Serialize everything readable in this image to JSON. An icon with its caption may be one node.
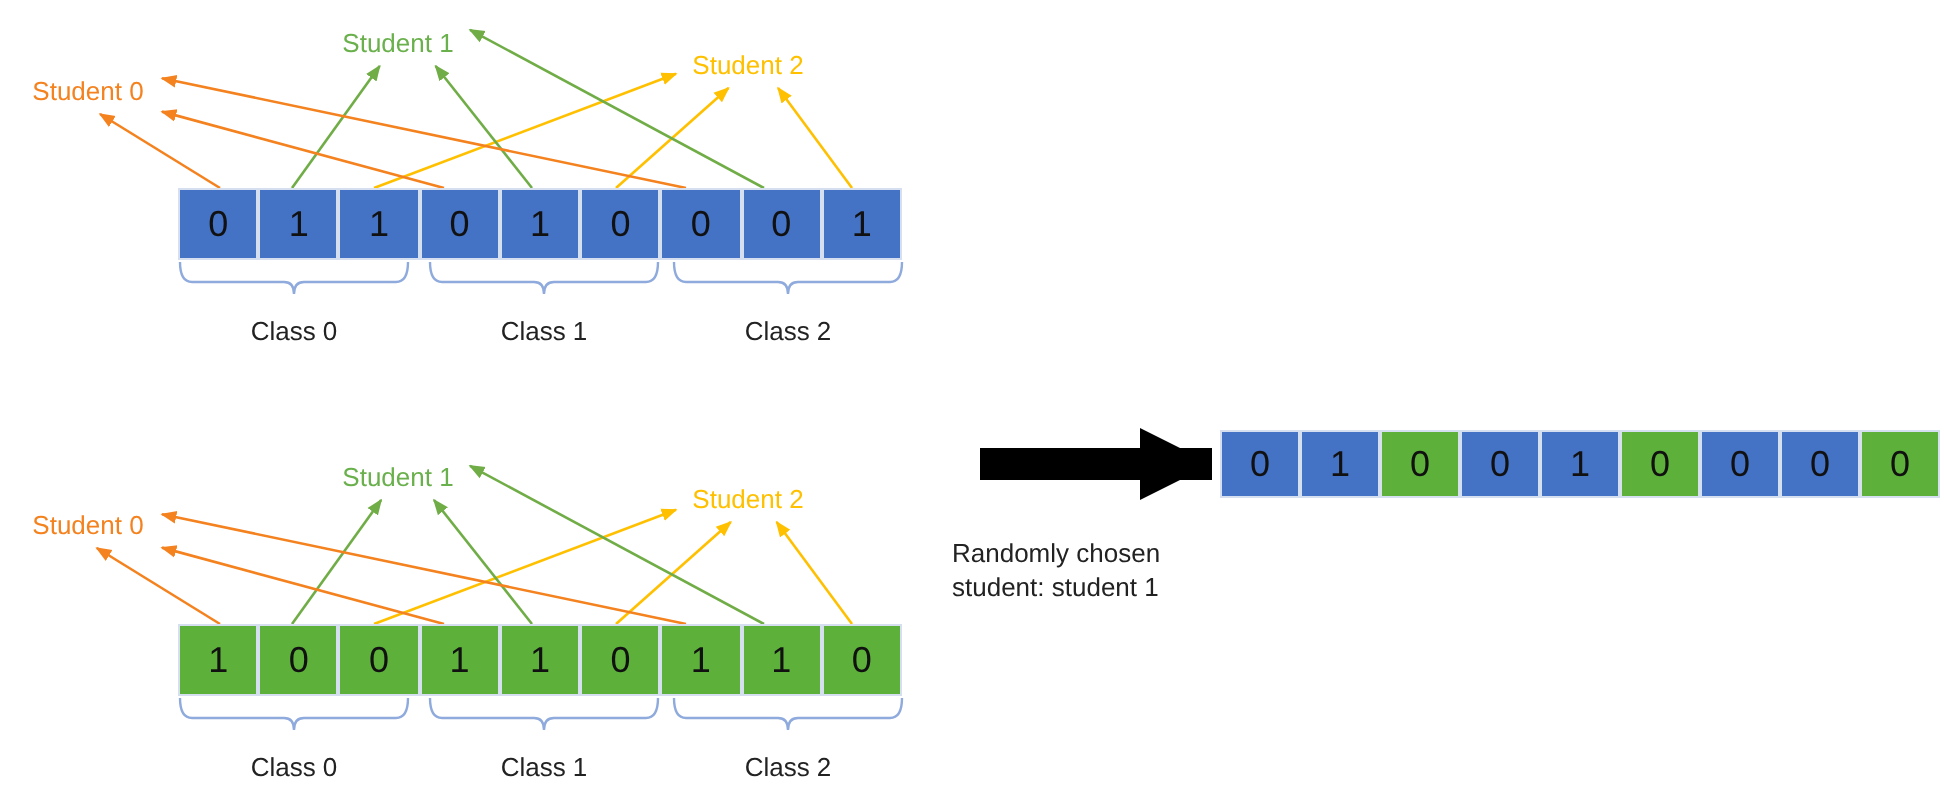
{
  "diagram": {
    "nodes": [
      {
        "text": [
          "Student 0"
        ]
      },
      {
        "text": [
          "Student 1"
        ]
      },
      {
        "text": [
          "Student 2"
        ]
      },
      {
        "text": [],
        "shape": "bar"
      },
      {
        "text": [
          "0"
        ],
        "in": 3
      },
      {
        "text": [
          "1"
        ],
        "in": 3
      },
      {
        "text": [
          "1"
        ],
        "in": 3
      },
      {
        "text": [
          "0"
        ],
        "in": 3
      },
      {
        "text": [
          "1"
        ],
        "in": 3
      },
      {
        "text": [
          "0"
        ],
        "in": 3
      },
      {
        "text": [
          "0"
        ],
        "in": 3
      },
      {
        "text": [
          "0"
        ],
        "in": 3
      },
      {
        "text": [
          "1"
        ],
        "in": 3
      },
      {
        "text": [
          "Student 0"
        ]
      },
      {
        "text": [
          "Student 1"
        ]
      },
      {
        "text": [
          "Student 2"
        ]
      },
      {
        "text": [],
        "shape": "bar"
      },
      {
        "text": [
          "1"
        ],
        "in": 16
      },
      {
        "text": [
          "0"
        ],
        "in": 16
      },
      {
        "text": [
          "0"
        ],
        "in": 16
      },
      {
        "text": [
          "1"
        ],
        "in": 16
      },
      {
        "text": [
          "1"
        ],
        "in": 16
      },
      {
        "text": [
          "0"
        ],
        "in": 16
      },
      {
        "text": [
          "1"
        ],
        "in": 16
      },
      {
        "text": [
          "1"
        ],
        "in": 16
      },
      {
        "text": [
          "0"
        ],
        "in": 16
      },
      {
        "text": [],
        "shape": "bar"
      },
      {
        "text": [
          "0"
        ],
        "in": 26
      },
      {
        "text": [
          "1"
        ],
        "in": 26
      },
      {
        "text": [
          "0"
        ],
        "in": 26
      },
      {
        "text": [
          "0"
        ],
        "in": 26
      },
      {
        "text": [
          "1"
        ],
        "in": 26
      },
      {
        "text": [
          "0"
        ],
        "in": 26
      },
      {
        "text": [
          "0"
        ],
        "in": 26
      },
      {
        "text": [
          "0"
        ],
        "in": 26
      },
      {
        "text": [
          "0"
        ],
        "in": 26
      }
    ],
    "edges": [
      {
        "from": 4,
        "to": 0,
        "arrow": "to",
        "color": "#f4821f"
      },
      {
        "from": 5,
        "to": 1,
        "arrow": "to",
        "color": "#70ad47"
      },
      {
        "from": 6,
        "to": 2,
        "arrow": "to",
        "color": "#ffc000"
      },
      {
        "from": 7,
        "to": 0,
        "arrow": "to",
        "color": "#f4821f"
      },
      {
        "from": 8,
        "to": 1,
        "arrow": "to",
        "color": "#70ad47"
      },
      {
        "from": 9,
        "to": 2,
        "arrow": "to",
        "color": "#ffc000"
      },
      {
        "from": 10,
        "to": 0,
        "arrow": "to",
        "color": "#f4821f"
      },
      {
        "from": 11,
        "to": 1,
        "arrow": "to",
        "color": "#70ad47"
      },
      {
        "from": 12,
        "to": 2,
        "arrow": "to",
        "color": "#ffc000"
      },
      {
        "from": 17,
        "to": 13,
        "arrow": "to",
        "color": "#f4821f"
      },
      {
        "from": 18,
        "to": 14,
        "arrow": "to",
        "color": "#70ad47"
      },
      {
        "from": 19,
        "to": 15,
        "arrow": "to",
        "color": "#ffc000"
      },
      {
        "from": 20,
        "to": 13,
        "arrow": "to",
        "color": "#f4821f"
      },
      {
        "from": 21,
        "to": 14,
        "arrow": "to",
        "color": "#70ad47"
      },
      {
        "from": 22,
        "to": 15,
        "arrow": "to",
        "color": "#ffc000"
      },
      {
        "from": 23,
        "to": 13,
        "arrow": "to",
        "color": "#f4821f"
      },
      {
        "from": 24,
        "to": 14,
        "arrow": "to",
        "color": "#70ad47"
      },
      {
        "from": 25,
        "to": 15,
        "arrow": "to",
        "color": "#ffc000"
      },
      {
        "from": null,
        "to": 26,
        "arrow": "to",
        "style": "thick",
        "color": "#000000"
      }
    ],
    "labels": [
      "Class 0",
      "Class 1",
      "Class 2",
      "Class 0",
      "Class 1",
      "Class 2",
      "Randomly chosen student: student 1"
    ]
  }
}
